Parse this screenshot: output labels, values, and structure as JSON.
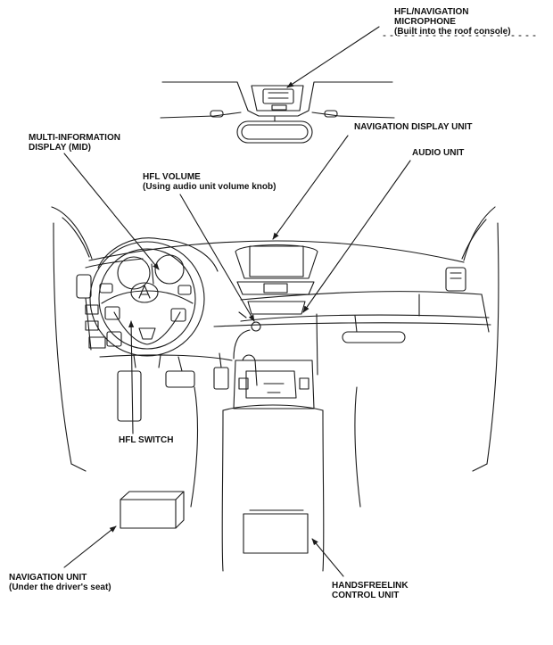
{
  "labels": {
    "hfl_mic": {
      "line1": "HFL/NAVIGATION",
      "line2": "MICROPHONE",
      "line3": "(Built into the roof console)"
    },
    "mid": {
      "line1": "MULTI-INFORMATION",
      "line2": "DISPLAY (MID)"
    },
    "nav_display": {
      "line1": "NAVIGATION DISPLAY UNIT"
    },
    "audio_unit": {
      "line1": "AUDIO UNIT"
    },
    "hfl_volume": {
      "line1": "HFL VOLUME",
      "line2": "(Using audio unit volume knob)"
    },
    "hfl_switch": {
      "line1": "HFL SWITCH"
    },
    "nav_unit": {
      "line1": "NAVIGATION UNIT",
      "line2": "(Under the driver's seat)"
    },
    "hfl_control": {
      "line1": "HANDSFREELINK",
      "line2": "CONTROL UNIT"
    }
  },
  "colors": {
    "line": "#1a1a1a",
    "text": "#111111",
    "background": "#ffffff"
  }
}
